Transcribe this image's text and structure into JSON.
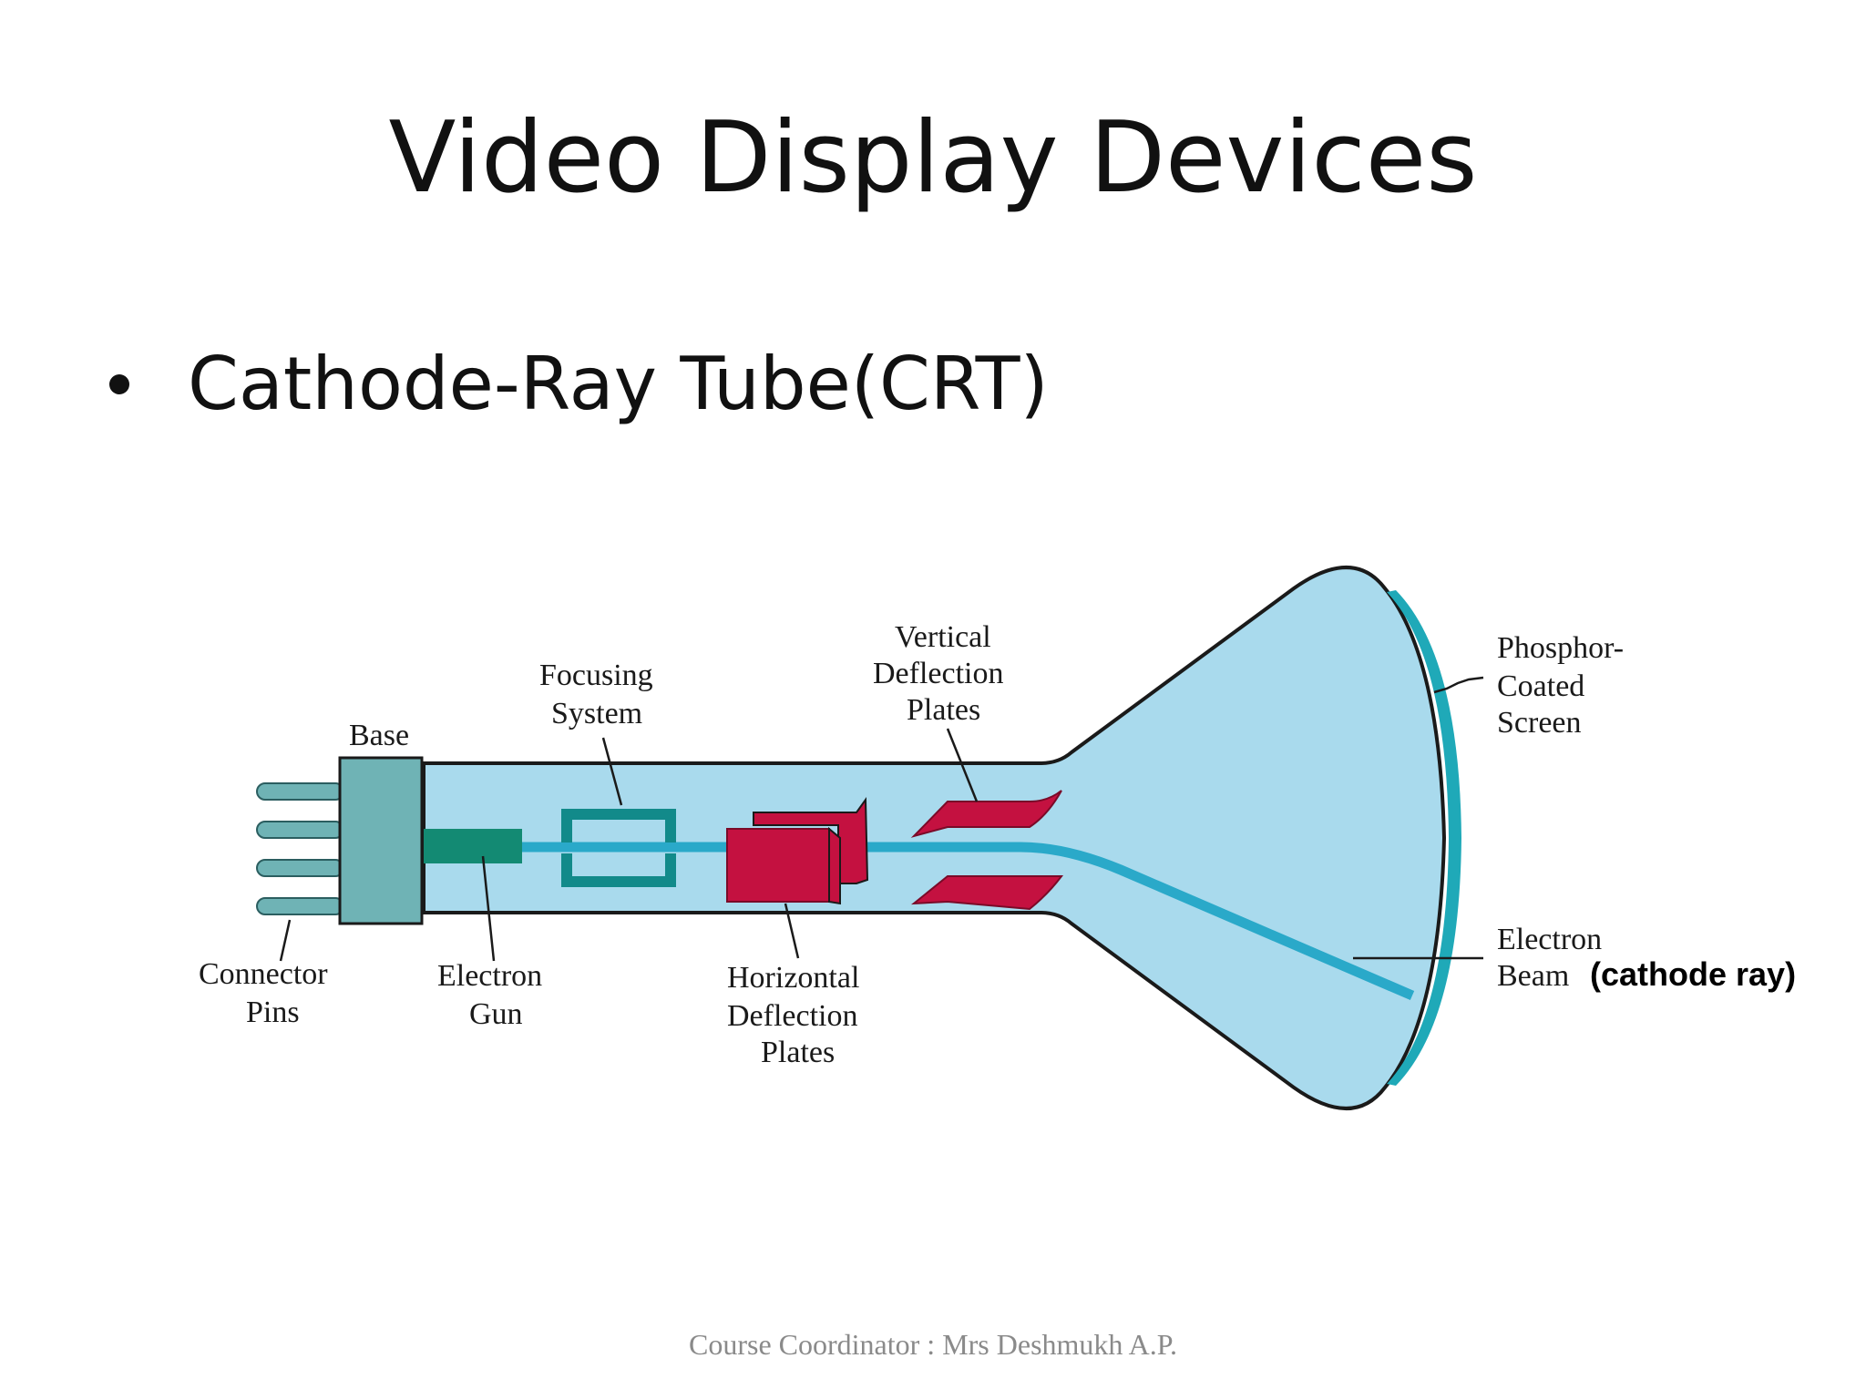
{
  "slide": {
    "title": "Video Display Devices",
    "bullet": "Cathode-Ray Tube(CRT)",
    "footer": "Course Coordinator : Mrs Deshmukh A.P."
  },
  "diagram": {
    "labels": {
      "base": "Base",
      "focusing_1": "Focusing",
      "focusing_2": "System",
      "vertical_1": "Vertical",
      "vertical_2": "Deflection",
      "vertical_3": "Plates",
      "phosphor_1": "Phosphor-",
      "phosphor_2": "Coated",
      "phosphor_3": "Screen",
      "connector_1": "Connector",
      "connector_2": "Pins",
      "gun_1": "Electron",
      "gun_2": "Gun",
      "horizontal_1": "Horizontal",
      "horizontal_2": "Deflection",
      "horizontal_3": "Plates",
      "beam_1": "Electron",
      "beam_2": "Beam",
      "beam_note": "(cathode ray)"
    },
    "colors": {
      "tube_fill": "#a9daed",
      "screen": "#1fa9b8",
      "beam": "#2aa9c9",
      "base": "#6fb3b5",
      "gun": "#138a73",
      "focusing": "#128a8a",
      "plates": "#c41140",
      "outline": "#1a1a1a"
    }
  }
}
